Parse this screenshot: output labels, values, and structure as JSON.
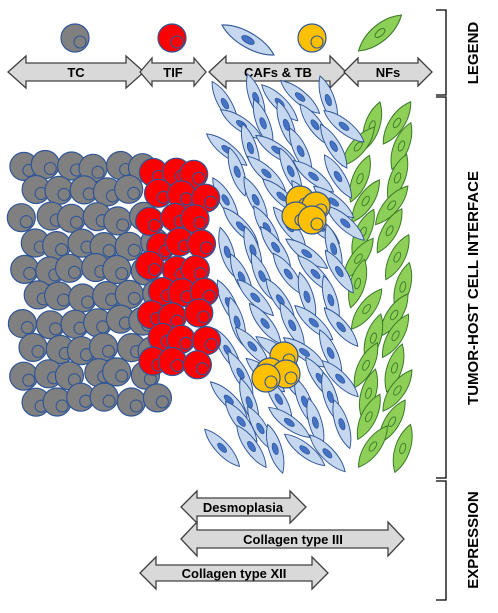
{
  "legend": {
    "title": "LEGEND",
    "arrows": [
      {
        "id": "tc",
        "label": "TC"
      },
      {
        "id": "tif",
        "label": "TIF"
      },
      {
        "id": "cafs_tb",
        "label": "CAFs & TB"
      },
      {
        "id": "nfs",
        "label": "NFs"
      }
    ]
  },
  "sections": {
    "interface": "TUMOR-HOST CELL INTERFACE",
    "expression": "EXPRESSION"
  },
  "expression": [
    {
      "id": "desmoplasia",
      "label": "Desmoplasia"
    },
    {
      "id": "collagen3",
      "label": "Collagen type III"
    },
    {
      "id": "collagen12",
      "label": "Collagen type XII"
    }
  ],
  "colors": {
    "tumor_cell": "#808080",
    "tif_cell": "#ff0000",
    "caf_cell": "#c5d8f0",
    "tb_cell": "#ffc000",
    "nf_cell": "#8ecf57",
    "outline": "#2f5597",
    "arrow_fill": "#d9d9d9"
  }
}
